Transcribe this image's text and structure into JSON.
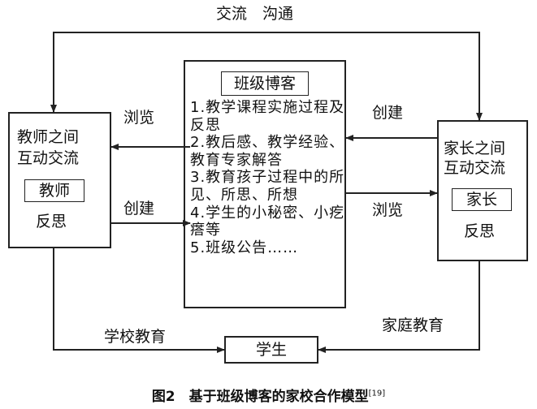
{
  "top_label": "交流　沟通",
  "center": {
    "title": "班级博客",
    "items": [
      "1.教学课程实施过程及反思",
      "2.教后感、教学经验、教育专家解答",
      "3.教育孩子过程中的所见、所思、所想",
      "4.学生的小秘密、小疙瘩等",
      "5.班级公告……"
    ]
  },
  "left": {
    "title_line1": "教师之间",
    "title_line2": "互动交流",
    "inner": "教师",
    "sub": "反思"
  },
  "right": {
    "title_line1": "家长之间",
    "title_line2": "互动交流",
    "inner": "家长",
    "sub": "反思"
  },
  "arrows": {
    "left_top": "浏览",
    "left_bottom": "创建",
    "right_top": "创建",
    "right_bottom": "浏览",
    "bottom_left": "学校教育",
    "bottom_right": "家庭教育"
  },
  "student": "学生",
  "caption": {
    "text": "图2　基于班级博客的家校合作模型",
    "ref": "[19]"
  }
}
